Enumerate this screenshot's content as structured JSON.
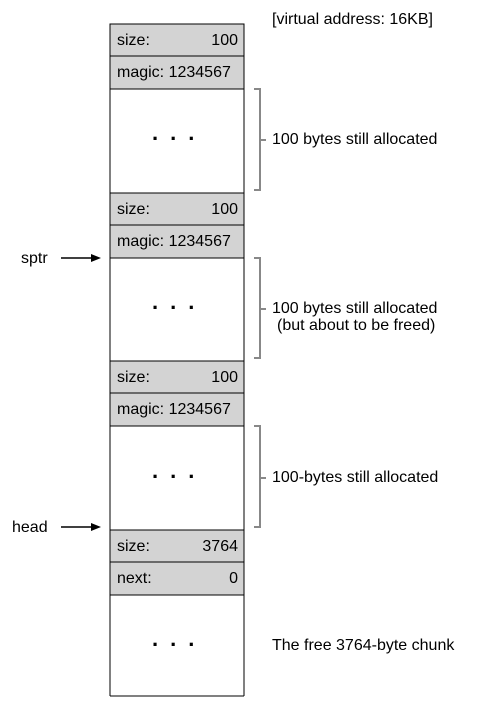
{
  "address_label": "[virtual address: 16KB]",
  "headers": [
    {
      "size_label": "size:",
      "size_value": "100",
      "second_label": "magic: 1234567",
      "second_value": ""
    },
    {
      "size_label": "size:",
      "size_value": "100",
      "second_label": "magic: 1234567",
      "second_value": ""
    },
    {
      "size_label": "size:",
      "size_value": "100",
      "second_label": "magic: 1234567",
      "second_value": ""
    },
    {
      "size_label": "size:",
      "size_value": "3764",
      "second_label": "next:",
      "second_value": "0"
    }
  ],
  "ellipsis": "...",
  "annotations": [
    {
      "line1": "100 bytes still allocated",
      "line2": ""
    },
    {
      "line1": "100 bytes still allocated",
      "line2": "(but about to be freed)"
    },
    {
      "line1": "100-bytes still allocated",
      "line2": ""
    },
    {
      "line1": "The free 3764-byte chunk",
      "line2": ""
    }
  ],
  "pointers": {
    "sptr": "sptr",
    "head": "head"
  },
  "colors": {
    "header_fill": "#d3d3d3",
    "line": "#000000",
    "bracket": "#888888"
  }
}
